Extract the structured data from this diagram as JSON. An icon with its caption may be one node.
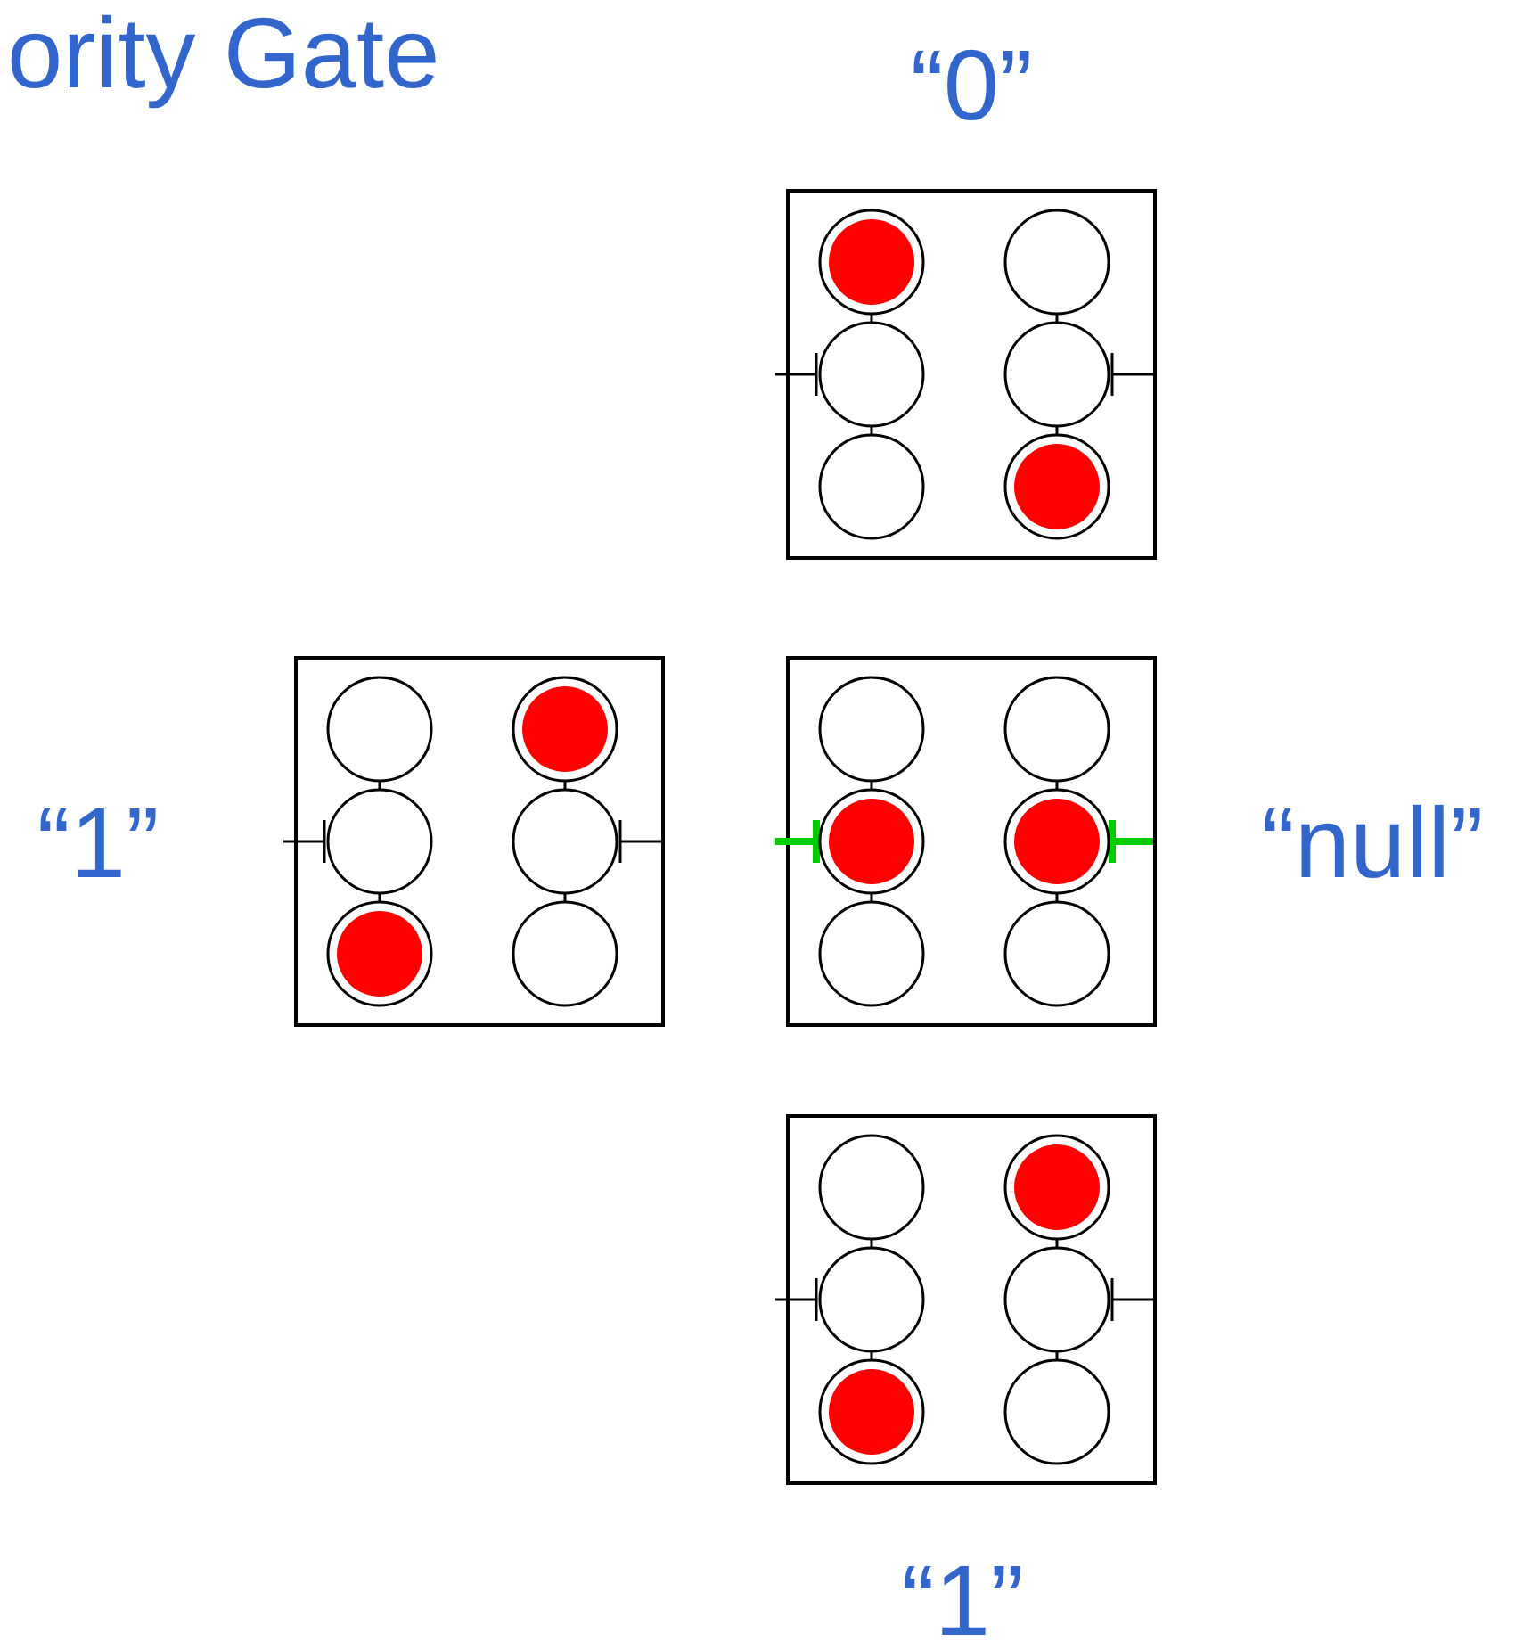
{
  "diagram": {
    "title": "ority Gate",
    "nodes": [
      {
        "text": [],
        "shape": "box",
        "beside": [
          "“0”"
        ]
      },
      {
        "text": [],
        "shape": "box",
        "beside": [
          "“1”"
        ]
      },
      {
        "text": [],
        "shape": "box",
        "beside": [
          "“null”"
        ]
      },
      {
        "text": [],
        "shape": "box",
        "beside": [
          "“1”"
        ]
      }
    ]
  }
}
